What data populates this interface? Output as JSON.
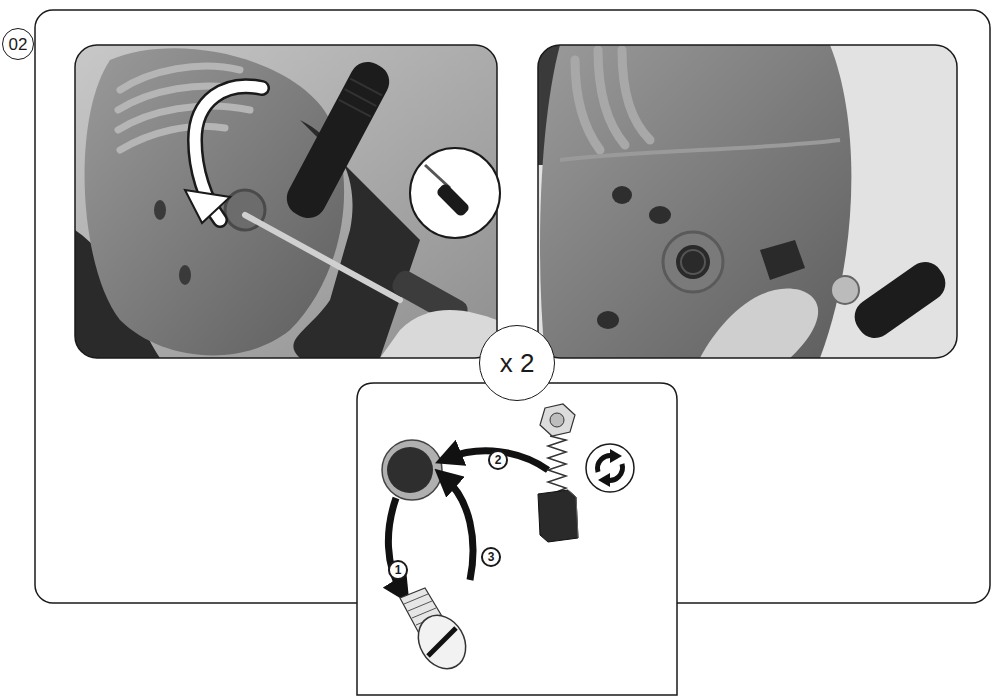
{
  "diagram": {
    "nodes": [
      {
        "text": [
          "02"
        ]
      },
      {
        "text": [
          "x 2"
        ]
      },
      {
        "text": [
          "2"
        ]
      },
      {
        "text": [
          "1"
        ]
      },
      {
        "text": [
          "3"
        ]
      }
    ]
  }
}
